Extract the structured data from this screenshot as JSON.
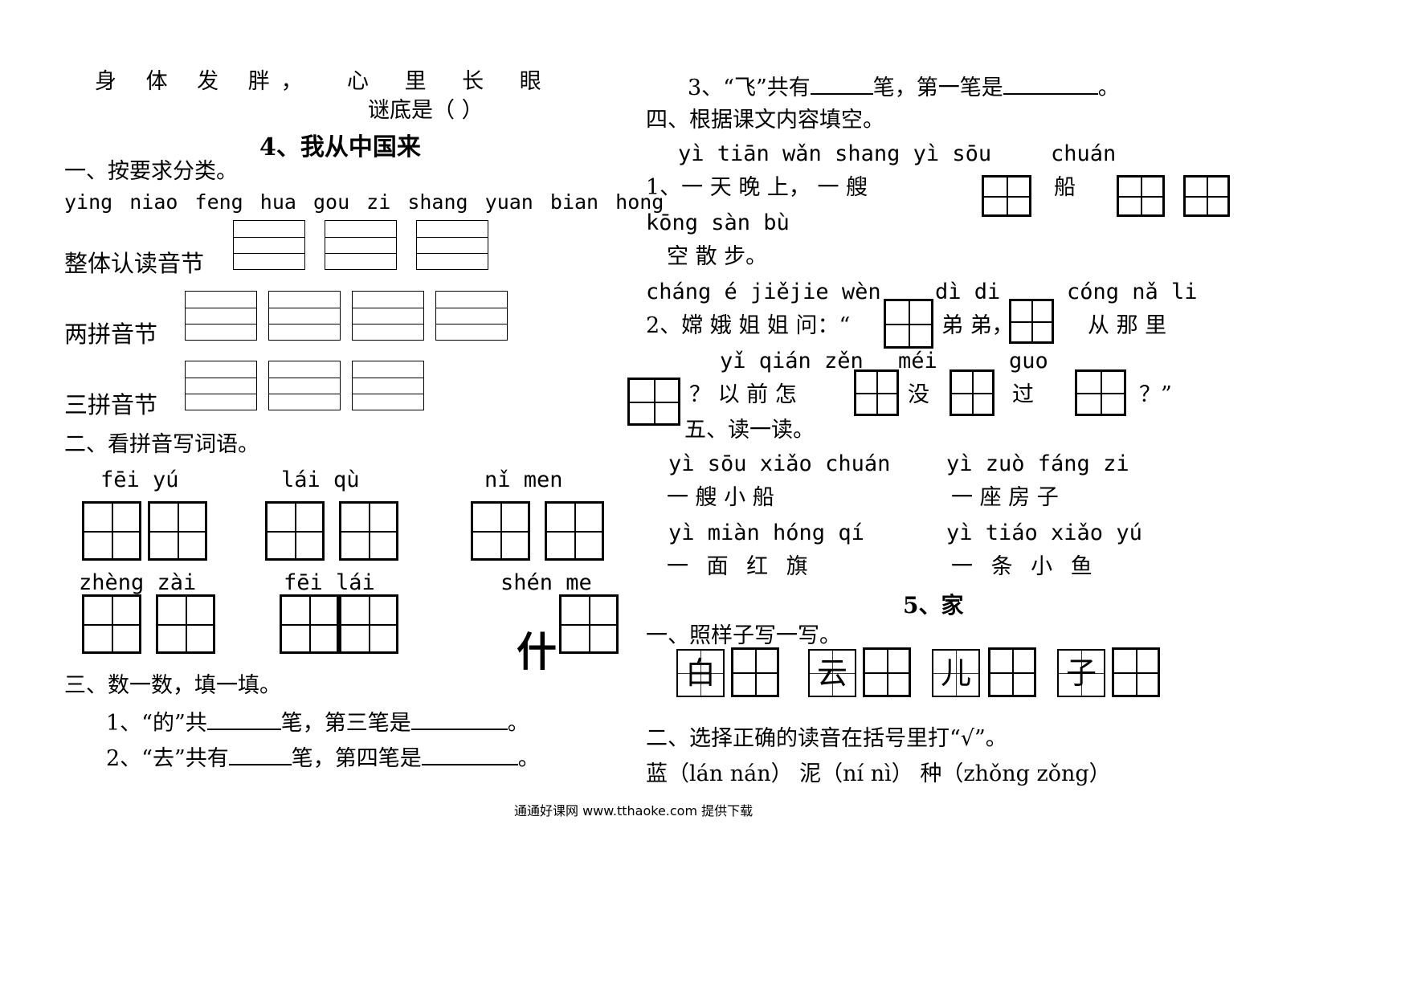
{
  "riddle": {
    "line1": "身 体 发 胖，",
    "line2": "心 里 长 眼",
    "answer": "谜底是（          ）"
  },
  "lesson4": {
    "title": "4、我从中国来",
    "sec1": {
      "heading": "一、按要求分类。",
      "syllables": "ying  niao  feng  hua  gou  zi  shang  yuan  bian  hong",
      "zhengti": "整体认读音节",
      "liangpin": "两拼音节",
      "sanpin": "三拼音节"
    },
    "sec2": {
      "heading": "二、看拼音写词语。",
      "row1": [
        "fēi  yú",
        "lái  qù",
        "nǐ  men"
      ],
      "row2": [
        "zhèng zài",
        "fēi  lái",
        "shén  me"
      ],
      "shen_char": "什"
    },
    "sec3": {
      "heading": "三、数一数，填一填。",
      "q1": [
        "1、“的”共",
        "笔，第三笔是",
        "。"
      ],
      "q2": [
        "2、“去”共有",
        "笔，第四笔是",
        "。"
      ],
      "q3": [
        "3、“飞”共有",
        "笔，第一笔是",
        "。"
      ]
    },
    "sec4": {
      "heading": "四、根据课文内容填空。",
      "p1": "yì  tiān  wǎn  shang  yì  sōu",
      "p1b": "chuán",
      "h1": "1、一  天  晚  上，  一  艘",
      "h1b": "船",
      "p2": "kōng  sàn  bù",
      "h2": "空  散  步。",
      "p3": "cháng é  jiějie  wèn",
      "p3b": "dì  di",
      "p3c": "cóng  nǎ  li",
      "h3": "2、嫦 娥  姐 姐  问：“",
      "h3b": "弟 弟，",
      "h3c": "从  那  里",
      "p4": "yǐ  qián  zěn",
      "p4b": "méi",
      "p4c": "guo",
      "h4a": "？ 以  前  怎",
      "h4b": "没",
      "h4c": "过",
      "h4d": "？”"
    },
    "sec5": {
      "heading": "五、读一读。",
      "p1": "yì  sōu  xiǎo  chuán",
      "p1b": "yì  zuò  fáng  zi",
      "h1": "一  艘  小  船",
      "h1b": "一  座  房  子",
      "p2": "yì  miàn  hóng  qí",
      "p2b": "yì  tiáo  xiǎo  yú",
      "h2": "一  面  红  旗",
      "h2b": "一  条  小  鱼"
    }
  },
  "lesson5": {
    "title": "5、家",
    "sec1": {
      "heading": "一、照样子写一写。",
      "samples": [
        "白",
        "云",
        "儿",
        "子"
      ]
    },
    "sec2": {
      "heading": "二、选择正确的读音在括号里打“√”。",
      "items": "蓝（lán   nán）  泥（ní    nì）  种（zhǒng  zǒng）"
    }
  },
  "footer": "通通好课网  www.tthaoke.com  提供下载"
}
